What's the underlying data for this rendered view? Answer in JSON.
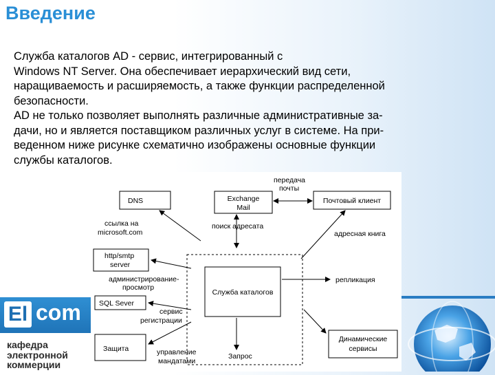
{
  "slide": {
    "title": "Введение",
    "paragraph_lines": [
      "Служба каталогов AD - сервис, интегрированный с",
      "Windows NT Server. Она обеспечивает иерархический вид сети,",
      "наращиваемость и расширяемость, а также функции распределенной",
      "безопасности.",
      "AD не только позволяет выполнять различные административные за-",
      "дачи, но и является поставщиком различных услуг в системе. На при-",
      "веденном ниже рисунке схематично изображены основные функции",
      "службы каталогов."
    ]
  },
  "diagram": {
    "center_box": "Служба каталогов",
    "boxes": {
      "dns": "DNS",
      "exchange_line1": "Exchange",
      "exchange_line2": "Mail",
      "mail_client": "Почтовый клиент",
      "http_line1": "http/smtp",
      "http_line2": "server",
      "sql_server": "SQL Sever",
      "protection": "Защита",
      "dynamic_line1": "Динамические",
      "dynamic_line2": "сервисы"
    },
    "labels": {
      "mail_transfer_line1": "передача",
      "mail_transfer_line2": "почты",
      "link_line1": "ссылка на",
      "link_line2": "microsoft.com",
      "address_search": "поиск адресата",
      "address_book": "адресная книга",
      "admin_line1": "администрирование-",
      "admin_line2": "просмотр",
      "replication": "репликация",
      "registration_line1": "сервис",
      "registration_line2": "регистрации",
      "mandate_line1": "управление",
      "mandate_line2": "мандатами",
      "request": "Запрос"
    }
  },
  "branding": {
    "logo_e": "El",
    "logo_com": "com",
    "dept_lines": [
      "кафедра",
      "электронной",
      "коммерции"
    ]
  }
}
